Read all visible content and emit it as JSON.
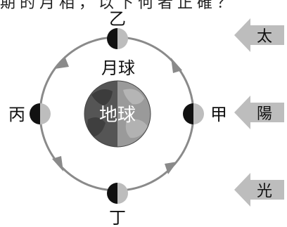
{
  "top_cut_text": "期的月相，以下何者正確？",
  "earth": {
    "label": "地球"
  },
  "moon_label": "月球",
  "positions": {
    "jia": "甲",
    "yi": "乙",
    "bing": "丙",
    "ding": "丁"
  },
  "sunlight": [
    "太",
    "陽",
    "光"
  ],
  "colors": {
    "orbit": "#8a8a8a",
    "arrow_fill": "#bdbdbd",
    "earth_dark": "#555555",
    "earth_light": "#9a9a9a"
  }
}
